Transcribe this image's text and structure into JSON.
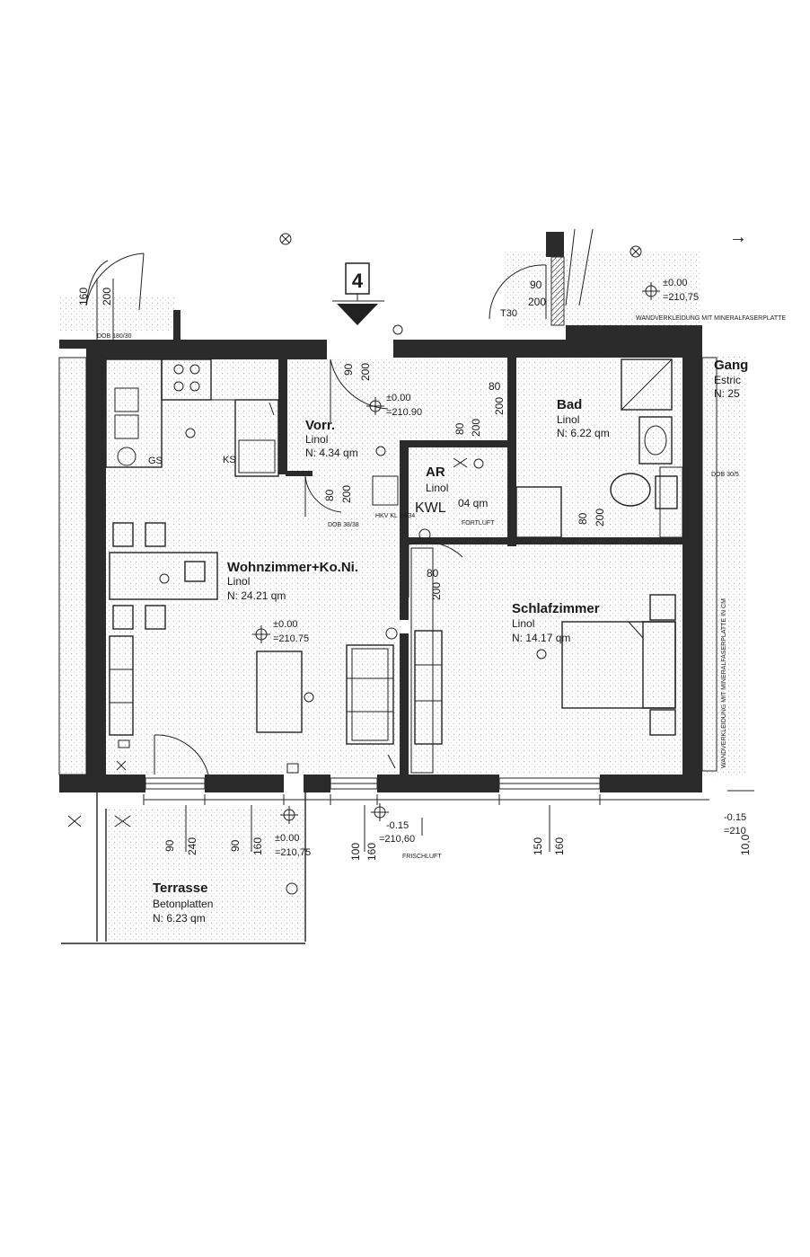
{
  "unit_number": "4",
  "colors": {
    "wall": "#2b2b2b",
    "floor_dots": "#d8d8d8",
    "line": "#222222"
  },
  "rooms": {
    "wohnzimmer": {
      "name": "Wohnzimmer+Ko.Ni.",
      "floor": "Linol",
      "area": "N: 24.21 qm"
    },
    "vorraum": {
      "name": "Vorr.",
      "floor": "Linol",
      "area": "N: 4.34 qm"
    },
    "bad": {
      "name": "Bad",
      "floor": "Linol",
      "area": "N: 6.22 qm"
    },
    "abstellraum": {
      "name": "AR",
      "floor": "Linol",
      "area": "04 qm",
      "code": "KWL"
    },
    "schlafzimmer": {
      "name": "Schlafzimmer",
      "floor": "Linol",
      "area": "N: 14.17 qm"
    },
    "terrasse": {
      "name": "Terrasse",
      "floor": "Betonplatten",
      "area": "N: 6.23 qm"
    },
    "gang": {
      "name": "Gang",
      "floor": "Estric",
      "area": "N: 25"
    }
  },
  "levels": {
    "wohn": {
      "a": "±0.00",
      "b": "=210.75"
    },
    "vorr": {
      "a": "±0.00",
      "b": "=210.90"
    },
    "top_right": {
      "a": "±0.00",
      "b": "=210,75"
    },
    "terr": {
      "a": "±0.00",
      "b": "=210,75"
    },
    "out": {
      "a": "-0.15",
      "b": "=210,60"
    },
    "far_right": {
      "a": "-0.15",
      "b": "=210"
    }
  },
  "dimensions": {
    "top_left_door": [
      "160",
      "200"
    ],
    "vorr_door": [
      "90",
      "200"
    ],
    "entry_door": [
      "90",
      "200"
    ],
    "bad_door": [
      "80",
      "200"
    ],
    "ar_door": [
      "80",
      "200"
    ],
    "kwl_door": [
      "80",
      "200"
    ],
    "bad_door2": [
      "80",
      "200"
    ],
    "schlaf_door": [
      "80",
      "200"
    ],
    "w1": [
      "90",
      "240"
    ],
    "w2": [
      "90",
      "160"
    ],
    "w3": [
      "100",
      "160"
    ],
    "w4": [
      "150",
      "160"
    ],
    "far_right_dim": "10,0"
  },
  "notes": {
    "t30": "T30",
    "ks": "KS",
    "gs": "GS",
    "dob_top": "DOB 180/30",
    "dob_right": "DOB 30/5",
    "dob_mid": "DOB 38/38",
    "hkv": "HKV KL 34/34",
    "fortluft": "FORTLUFT",
    "frischluft": "FRISCHLUFT",
    "wand_top": "WANDVERKLEIDUNG MIT MINERALFASERPLATTE",
    "wand_right": "WANDVERKLEIDUNG MIT MINERALFASERPLATTE IN CM",
    "arrow": "→"
  }
}
